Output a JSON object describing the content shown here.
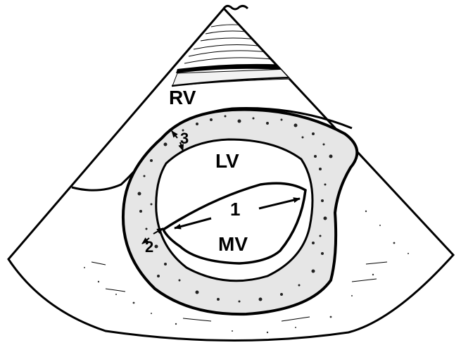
{
  "labels": {
    "rv": "RV",
    "lv": "LV",
    "mv": "MV",
    "num_1": "1",
    "num_2": "2",
    "num_3": "3"
  },
  "colors": {
    "ink": "#000000",
    "paper": "#ffffff",
    "stipple": "#1a1a1a"
  }
}
